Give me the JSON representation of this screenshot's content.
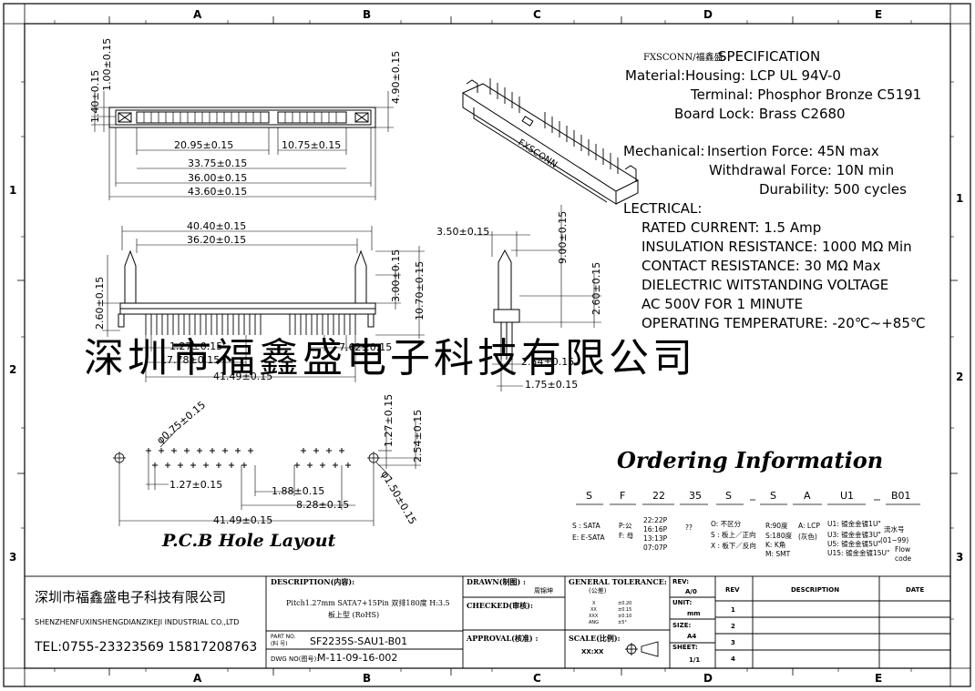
{
  "grid": {
    "columns": [
      "A",
      "B",
      "C",
      "D",
      "E"
    ],
    "rows": [
      "1",
      "2",
      "3"
    ]
  },
  "spec": {
    "brand": "FXSCONN/福鑫盛",
    "heading": "SPECIFICATION",
    "material_label": "Material:",
    "housing": "Housing:  LCP UL 94V-0",
    "terminal": "Terminal:  Phosphor Bronze C5191",
    "board_lock": "Board Lock:  Brass C2680",
    "mechanical_label": "Mechanical:",
    "insertion": "Insertion Force: 45N max",
    "withdrawal": "Withdrawal Force: 10N min",
    "durability": "Durability: 500 cycles",
    "electrical_label": "LECTRICAL:",
    "rated_current": "RATED CURRENT: 1.5 Amp",
    "insulation": "INSULATION RESISTANCE: 1000 MΩ Min",
    "contact": "CONTACT RESISTANCE: 30 MΩ Max",
    "dielectric": "DIELECTRIC WITSTANDING VOLTAGE",
    "ac": "AC 500V FOR 1 MINUTE",
    "operating": "OPERATING TEMPERATURE: -20℃~+85℃"
  },
  "watermark": "深圳市福鑫盛电子科技有限公司",
  "iso_label": "FXSCONN",
  "top_view": {
    "d_140": "1.40±0.15",
    "d_100": "1.00±0.15",
    "d_490": "4.90±0.15",
    "d_2095": "20.95±0.15",
    "d_1075": "10.75±0.15",
    "d_3375": "33.75±0.15",
    "d_3600": "36.00±0.15",
    "d_4360": "43.60±0.15"
  },
  "front_view": {
    "d_4040": "40.40±0.15",
    "d_3620": "36.20±0.15",
    "d_260": "2.60±0.15",
    "d_300": "3.00±0.15",
    "d_1070": "10.70±0.15",
    "d_127": "1.27±0.15",
    "d_1778": "17.78±0.15",
    "d_762": "7.62±0.15",
    "d_4149": "41.49±0.15"
  },
  "side_view": {
    "d_350": "3.50±0.15",
    "d_900": "9.00±0.15",
    "d_260": "2.60±0.15",
    "d_254": "2.54±0.15",
    "d_175": "1.75±0.15"
  },
  "pcb": {
    "title": "P.C.B Hole Layout",
    "d_075": "φ0.75±0.15",
    "d_127v": "1.27±0.15",
    "d_254v": "2.54±0.15",
    "d_127": "1.27±0.15",
    "d_188": "1.88±0.15",
    "d_828": "8.28±0.15",
    "d_150": "φ1.50±0.15",
    "d_4149": "41.49±0.15"
  },
  "ordering": {
    "title": "Ordering Information",
    "codes": [
      "S",
      "F",
      "22",
      "35",
      "S",
      "S",
      "A",
      "U1",
      "B01"
    ],
    "desc_s": [
      "S : SATA",
      "E: E-SATA"
    ],
    "desc_f": [
      "P:公",
      "F: 母"
    ],
    "desc_22": [
      "22:22P",
      "16:16P",
      "13:13P",
      "07:07P"
    ],
    "desc_35": [
      "??"
    ],
    "desc_s2": [
      "O: 不区分",
      "S : 板上／正向",
      "X : 板下／反向"
    ],
    "desc_s3": [
      "R:90度",
      "S:180度",
      "K: K角",
      "M: SMT"
    ],
    "desc_a": [
      "A: LCP",
      "(灰色)"
    ],
    "desc_u1": [
      "U1: 镀金金镀1U\"",
      "U3: 镀金金镀3U\"",
      "U5: 镀金金镀5U\"",
      "U15: 镀金金镀15U\""
    ],
    "desc_b01": [
      "流水号",
      "(01~99)",
      "Flow",
      "code"
    ]
  },
  "title_block": {
    "company_cn": "深圳市福鑫盛电子科技有限公司",
    "company_en": "SHENZHENFUXINSHENGDIANZIKEJI INDUSTRIAL CO.,LTD",
    "tel": "TEL:0755-23323569   15817208763",
    "description_label": "DESCRIPTION(内容):",
    "description": "Pitch1.27mm SATA7+15Pin 双排180度 H:3.5",
    "description2": "板上型 (RoHS)",
    "part_no_label": "PART NO.",
    "part_no_label2": "(料    号)",
    "part_no": "SF2235S-SAU1-B01",
    "dwg_label": "DWG NO(图号):",
    "dwg_no": "M-11-09-16-002",
    "drawn_label": "DRAWN(制图) :",
    "drawn_by": "周锦坤",
    "checked_label": "CHECKED(审核):",
    "approval_label": "APPROVAL(核准) :",
    "tolerance_label": "GENERAL TOLERANCE:",
    "tolerance_sub": "(公差)",
    "tol_rows": [
      [
        "X",
        "±0.20"
      ],
      [
        "XX",
        "±0.15"
      ],
      [
        "XXX",
        "±0.10"
      ],
      [
        "ANG",
        "±5°"
      ]
    ],
    "scale_label": "SCALE(比例):",
    "scale": "XX:XX",
    "rev_label": "REV:",
    "rev": "A/0",
    "unit_label": "UNIT:",
    "unit": "mm",
    "size_label": "SIZE:",
    "size": "A4",
    "sheet_label": "SHEET:",
    "sheet": "1/1",
    "rev_table_rev": "REV",
    "rev_table_desc": "DESCRIPTION",
    "rev_table_date": "DATE",
    "rev_rows": [
      "1",
      "2",
      "3",
      "4"
    ]
  }
}
